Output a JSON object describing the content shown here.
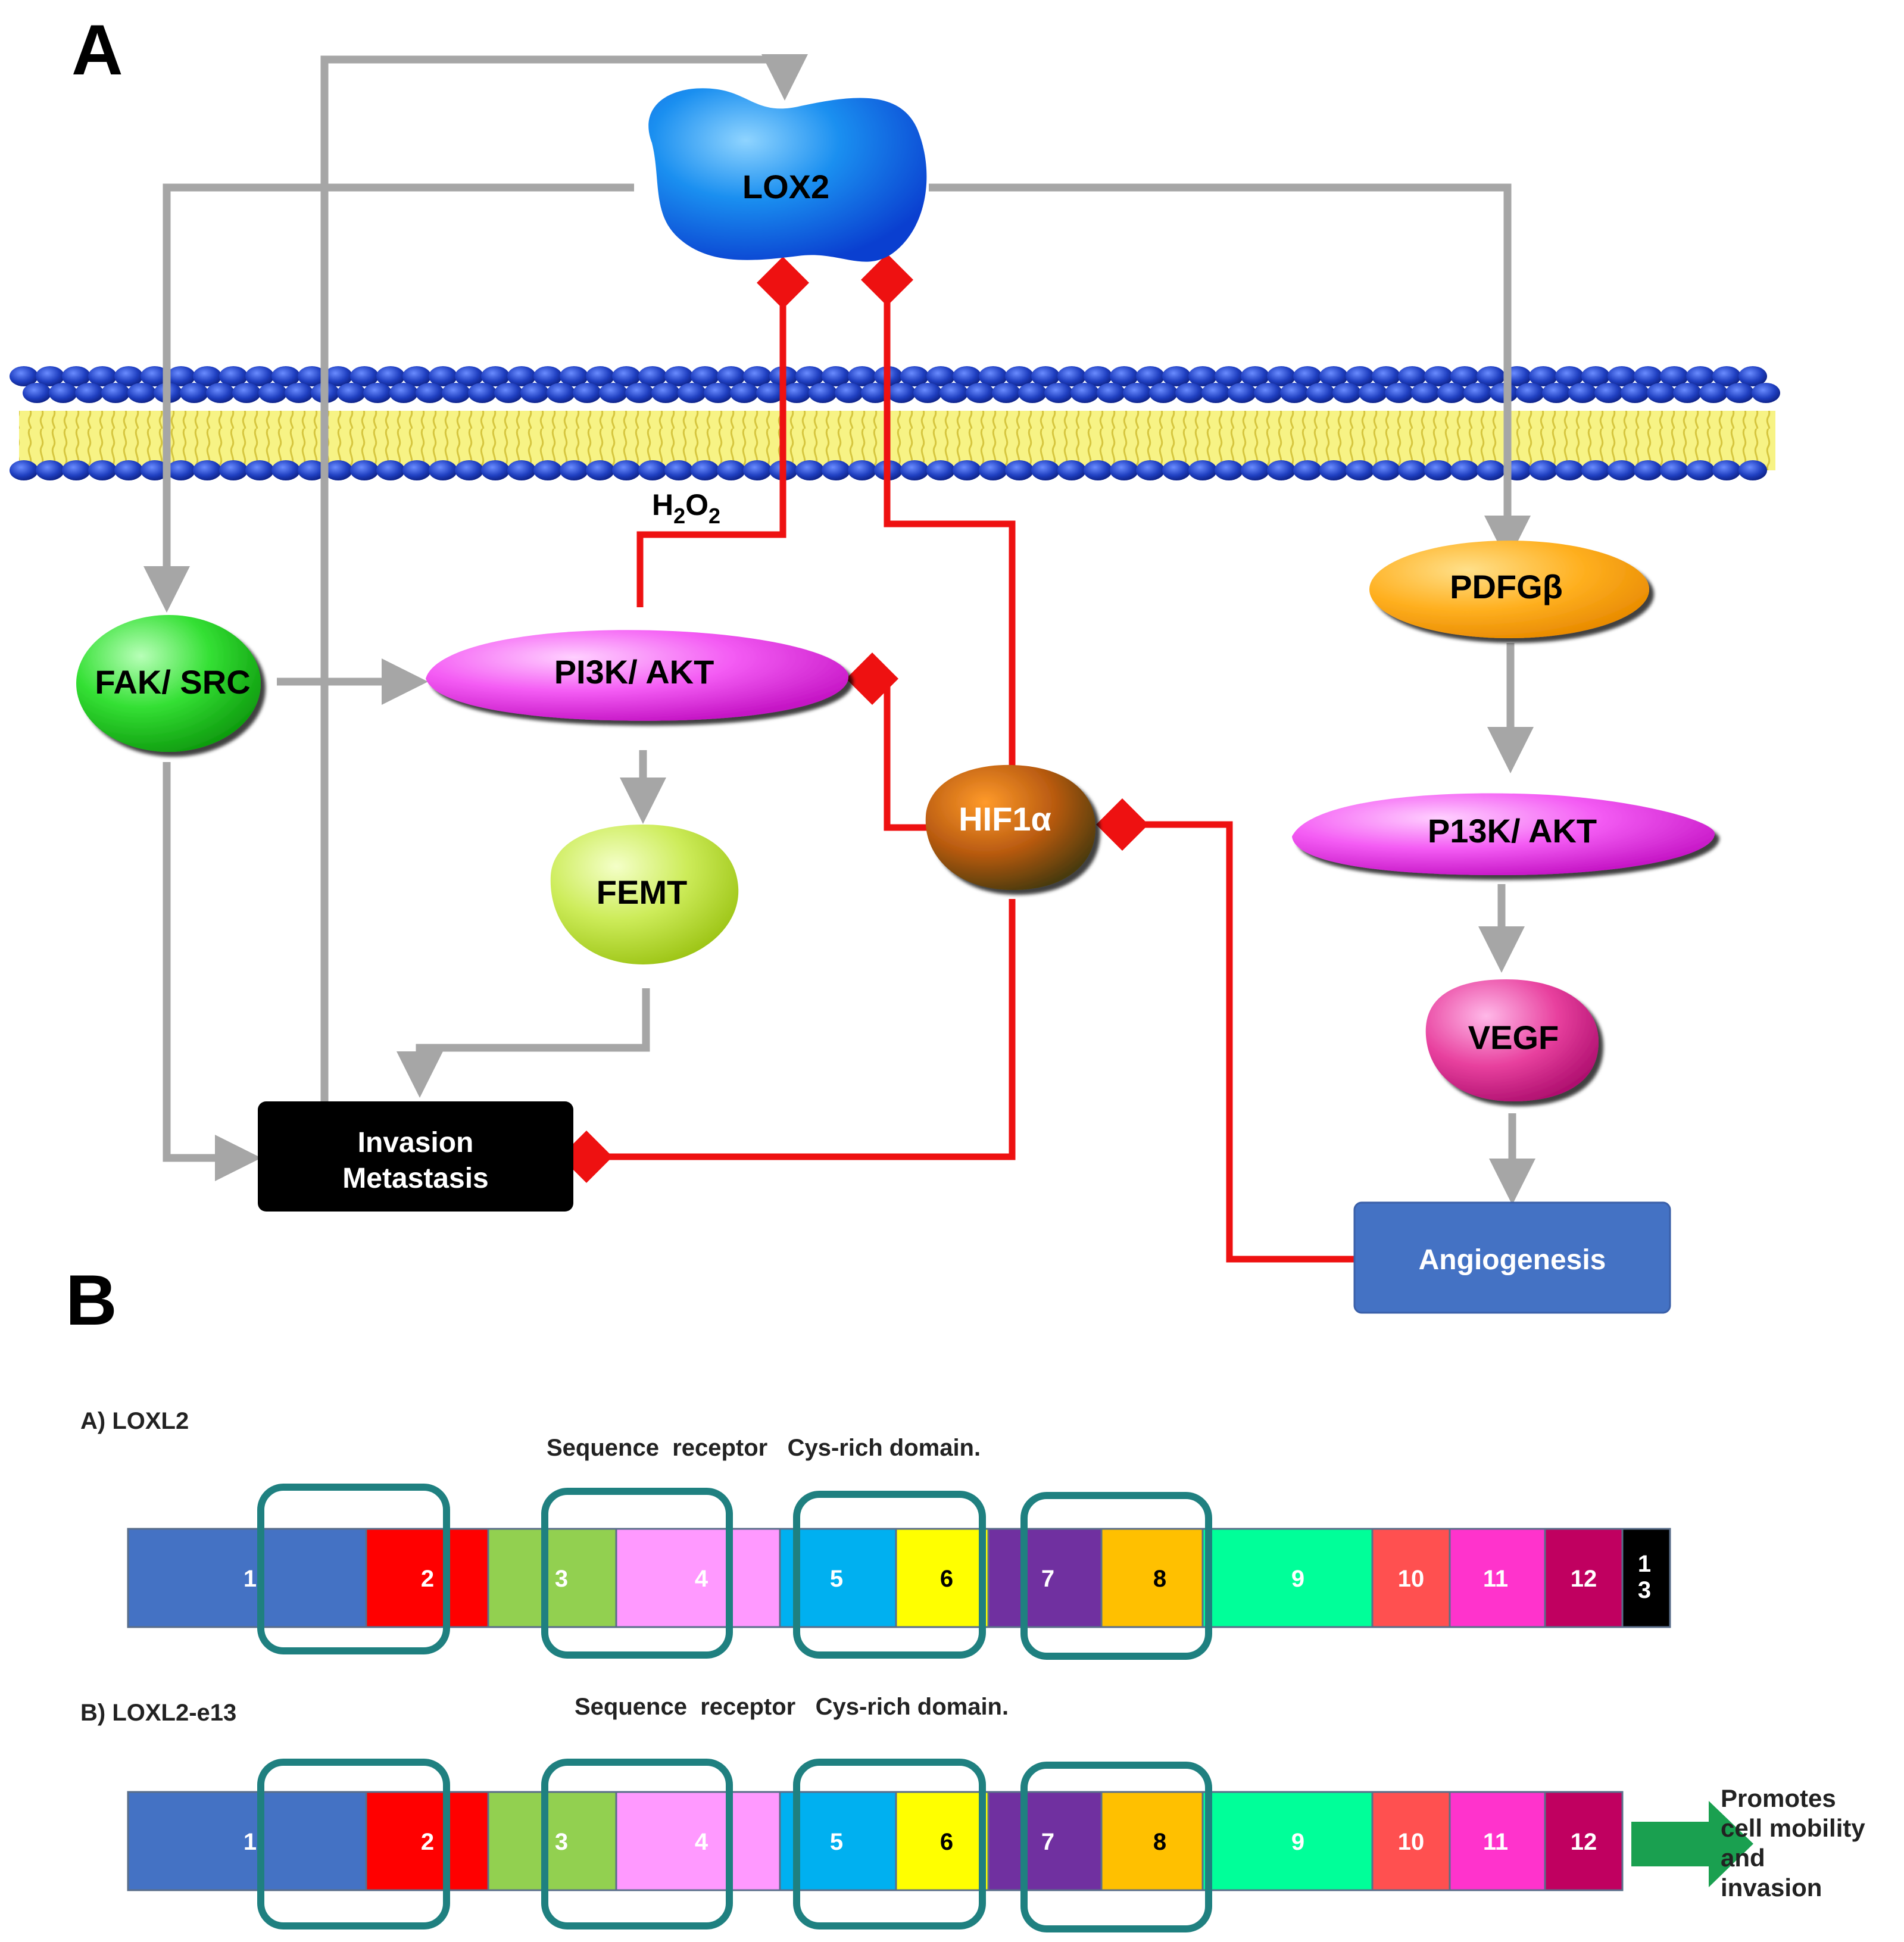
{
  "panel_a": {
    "letter": "A",
    "nodes": {
      "lox2": "LOX2",
      "fak_src": "FAK/ SRC",
      "pi3k_akt": "PI3K/ AKT",
      "femt": "FEMT",
      "hif1a": "HIF1α",
      "pdfgb": "PDFGβ",
      "p13k_akt": "P13K/ AKT",
      "vegf": "VEGF",
      "invasion_line1": "Invasion",
      "invasion_line2": "Metastasis",
      "angiogenesis": "Angiogenesis"
    },
    "h2o2": {
      "h": "H",
      "sub1": "2",
      "o": "O",
      "sub2": "2"
    },
    "colors": {
      "activation_arrow": "#a6a6a6",
      "inhibition_line": "#ee1111",
      "membrane_head": "#1f3fc0",
      "membrane_tail": "#f2f07a"
    }
  },
  "panel_b": {
    "letter": "B",
    "row_a": {
      "label": "A) LOXL2",
      "domain_label": "Sequence  receptor   Cys-rich domain.",
      "segments": [
        {
          "label": "1",
          "color": "#4472c4"
        },
        {
          "label": "2",
          "color": "#ff0000"
        },
        {
          "label": "3",
          "color": "#92d050"
        },
        {
          "label": "4",
          "color": "#ff99ff"
        },
        {
          "label": "5",
          "color": "#00b0f0"
        },
        {
          "label": "6",
          "color": "#ffff00"
        },
        {
          "label": "7",
          "color": "#7030a0"
        },
        {
          "label": "8",
          "color": "#ffc000"
        },
        {
          "label": "9",
          "color": "#00ff99"
        },
        {
          "label": "10",
          "color": "#ff5050"
        },
        {
          "label": "11",
          "color": "#ff33cc"
        },
        {
          "label": "12",
          "color": "#c00060"
        },
        {
          "label": "1\n3",
          "color": "#000000"
        }
      ]
    },
    "row_b": {
      "label": "B) LOXL2-e13",
      "domain_label": "Sequence  receptor   Cys-rich domain.",
      "segments": [
        {
          "label": "1",
          "color": "#4472c4"
        },
        {
          "label": "2",
          "color": "#ff0000"
        },
        {
          "label": "3",
          "color": "#92d050"
        },
        {
          "label": "4",
          "color": "#ff99ff"
        },
        {
          "label": "5",
          "color": "#00b0f0"
        },
        {
          "label": "6",
          "color": "#ffff00"
        },
        {
          "label": "7",
          "color": "#7030a0"
        },
        {
          "label": "8",
          "color": "#ffc000"
        },
        {
          "label": "9",
          "color": "#00ff99"
        },
        {
          "label": "10",
          "color": "#ff5050"
        },
        {
          "label": "11",
          "color": "#ff33cc"
        },
        {
          "label": "12",
          "color": "#c00060"
        }
      ]
    },
    "outcome": [
      "Promotes",
      "cell mobility",
      "and",
      "invasion"
    ],
    "colors": {
      "bracket": "#1f8080",
      "outcome_arrow": "#1aa050"
    }
  }
}
